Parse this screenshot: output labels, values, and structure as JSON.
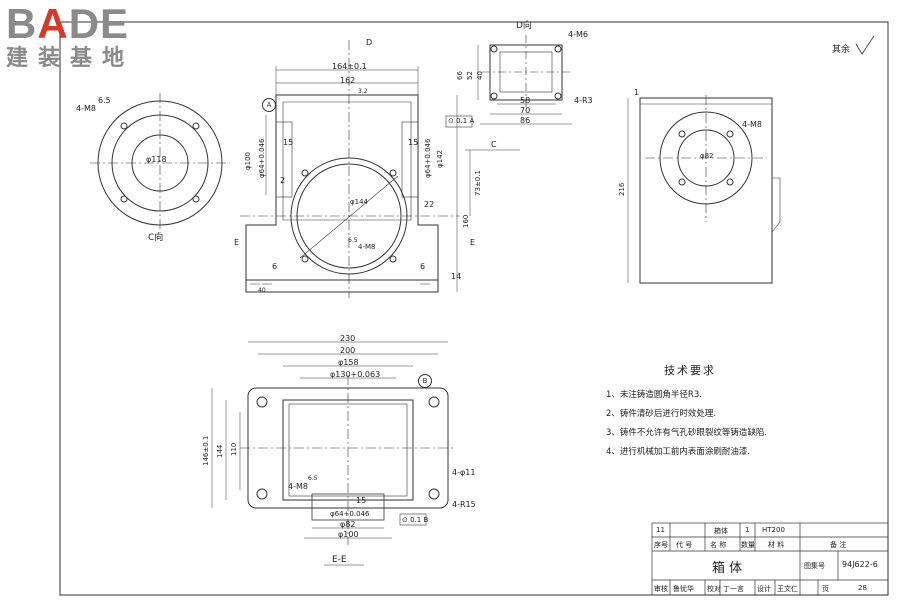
{
  "logo": {
    "brand_a": "B",
    "brand_accent": "A",
    "brand_b": "DE",
    "sub": "建装基地"
  },
  "views": {
    "top_left": {
      "holes": "4-M8",
      "depth": "6.5",
      "dia": "φ118",
      "view": "C向"
    },
    "front": {
      "d_arrow": "D",
      "c_arrow": "C",
      "e_left": "E",
      "e_right": "E",
      "w164": "164±0.1",
      "w162": "162",
      "datum": "A",
      "bore": "φ144",
      "holes": "4-M8",
      "depth": "6.5",
      "l_dia100": "φ100",
      "l_dia64": "φ64+0.046",
      "r_dia64": "φ64+0.046",
      "r_dia142": "φ142",
      "h15a": "15",
      "h15b": "15",
      "h2": "2",
      "h22": "22",
      "h6a": "6",
      "h6b": "6",
      "h14": "14",
      "h160": "160",
      "h73": "73±0.1",
      "tol": "0.1",
      "tol_ref": "A",
      "roughness": "3.2",
      "small": "40"
    },
    "d_view": {
      "title": "D向",
      "h1": "4-M6",
      "h2": "4-R3",
      "d58": "58",
      "d70": "70",
      "d86": "86",
      "v66": "66",
      "v52": "52",
      "v40": "40"
    },
    "side": {
      "holes": "4-M8",
      "dia": "φ82",
      "height": "216",
      "top": "1"
    },
    "section": {
      "w230": "230",
      "w200": "200",
      "d158": "φ158",
      "d130": "φ130+0.063",
      "datum": "B",
      "h146": "146±0.1",
      "h144": "144",
      "h110": "110",
      "holes11": "4-φ11",
      "r15": "4-R15",
      "m8": "4-M8",
      "depth": "6.5",
      "h15": "15",
      "d64": "φ64+0.046",
      "d82": "φ82",
      "d100": "φ100",
      "tol": "0.1",
      "tol_ref": "B",
      "title": "E-E"
    }
  },
  "surface_note": "其余",
  "tech_notes": {
    "title": "技术要求",
    "items": [
      "1、未注铸造圆角半径R3.",
      "2、铸件清砂后进行时效处理.",
      "3、铸件不允许有气孔砂眼裂纹等铸造缺陷.",
      "4、进行机械加工前内表面涂刷耐油漆."
    ]
  },
  "title_block": {
    "seq": "11",
    "part_name": "箱体",
    "qty": "1",
    "material": "HT200",
    "col_seq": "序号",
    "col_code": "代 号",
    "col_name": "名 称",
    "col_qty": "数量",
    "col_mat": "材 料",
    "col_note": "备 注",
    "drawing_title": "箱 体",
    "atlas_label": "图集号",
    "atlas_no": "94J622-6",
    "review": "审核",
    "reviewer": "鲁忧华",
    "check": "校对",
    "checker": "丁一言",
    "design": "设计",
    "designer": "王文仁",
    "page_label": "页",
    "page_no": "28"
  }
}
